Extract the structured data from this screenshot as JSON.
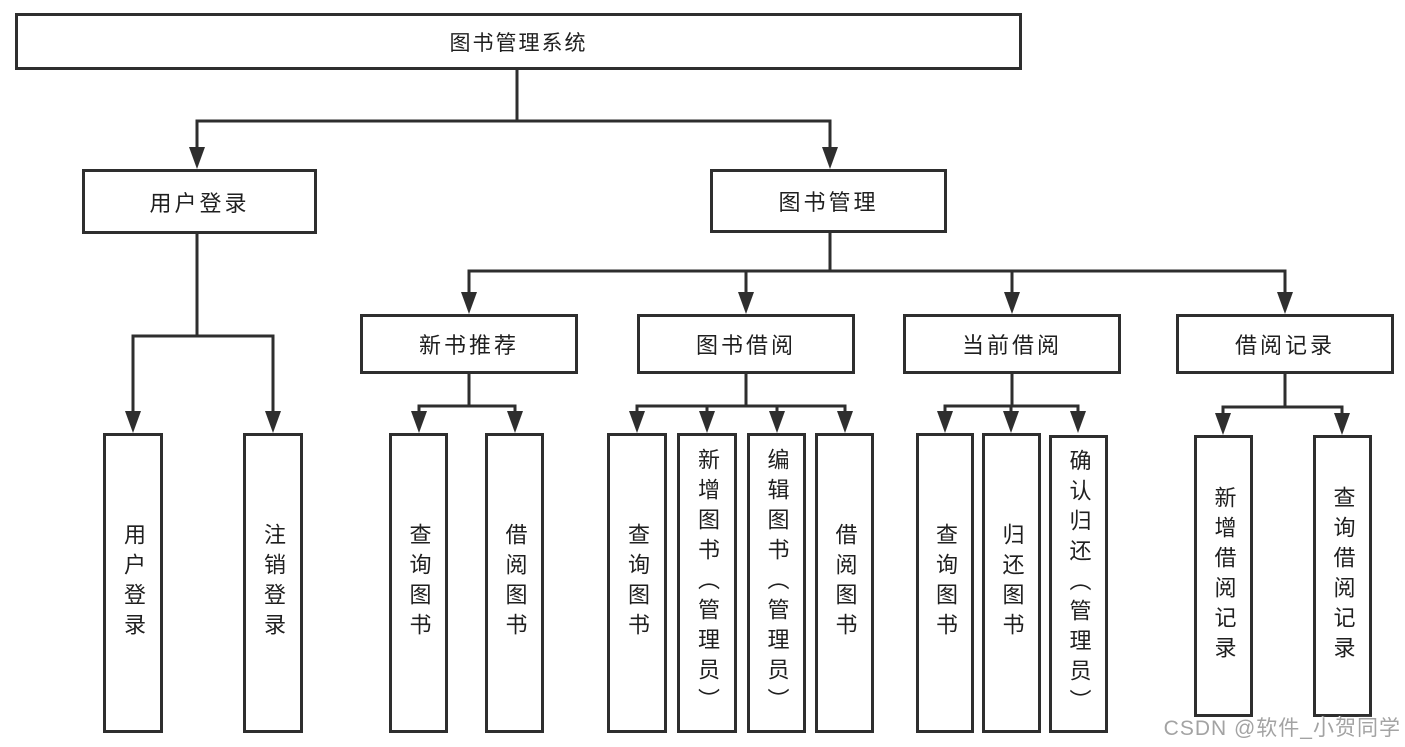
{
  "diagram": {
    "root": {
      "label": "图书管理系统"
    },
    "level2": [
      {
        "label": "用户登录"
      },
      {
        "label": "图书管理"
      }
    ],
    "level3": [
      {
        "label": "新书推荐"
      },
      {
        "label": "图书借阅"
      },
      {
        "label": "当前借阅"
      },
      {
        "label": "借阅记录"
      }
    ],
    "leaves": {
      "user_login": [
        "用户登录",
        "注销登录"
      ],
      "new_books": [
        "查询图书",
        "借阅图书"
      ],
      "book_borrow": [
        "查询图书",
        "新增图书（管理员）",
        "编辑图书（管理员）",
        "借阅图书"
      ],
      "current_borrow": [
        "查询图书",
        "归还图书",
        "确认归还（管理员）"
      ],
      "borrow_records": [
        "新增借阅记录",
        "查询借阅记录"
      ]
    }
  },
  "watermark": {
    "text": "CSDN @软件_小贺同学"
  },
  "colors": {
    "line": "#2e2e2e",
    "text": "#1f1f1f",
    "background": "#ffffff",
    "watermark": "#a3a3a3"
  }
}
